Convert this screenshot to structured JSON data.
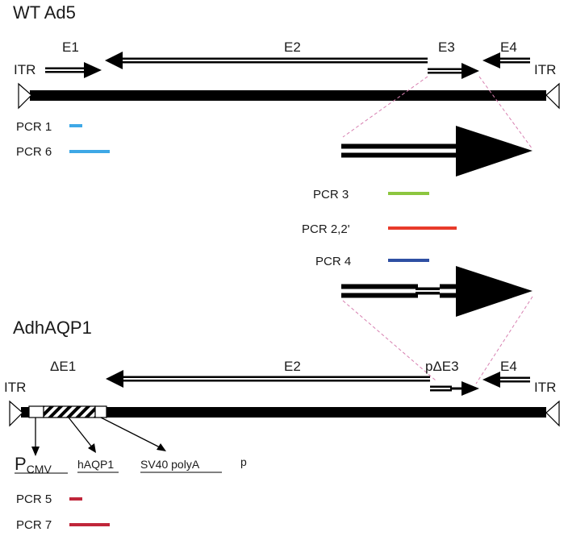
{
  "top": {
    "title": "WT Ad5",
    "genes": {
      "e1": "E1",
      "e2": "E2",
      "e3": "E3",
      "e4": "E4"
    },
    "itr_left": "ITR",
    "itr_right": "ITR"
  },
  "pcr": {
    "pcr1": "PCR 1",
    "pcr6": "PCR 6",
    "pcr3": "PCR 3",
    "pcr22": "PCR 2,2'",
    "pcr4": "PCR 4",
    "pcr5": "PCR 5",
    "pcr7": "PCR 7"
  },
  "bottom": {
    "title": "AdhAQP1",
    "genes": {
      "de1": "ΔE1",
      "e2": "E2",
      "pde3": "pΔE3",
      "e4": "E4"
    },
    "itr_left": "ITR",
    "itr_right": "ITR",
    "pcmv_p": "P",
    "pcmv_sub": "CMV",
    "haqp1": "hAQP1",
    "sv40": "SV40 polyA",
    "stray_p": "p"
  },
  "colors": {
    "pcr1": "#3ea8e6",
    "pcr6": "#3ea8e6",
    "pcr3": "#8cc63f",
    "pcr22": "#e83a2a",
    "pcr4": "#2e4fa3",
    "pcr5": "#c0263a",
    "pcr7": "#c0263a",
    "genome": "#000000",
    "guide": "#d77fb0"
  }
}
